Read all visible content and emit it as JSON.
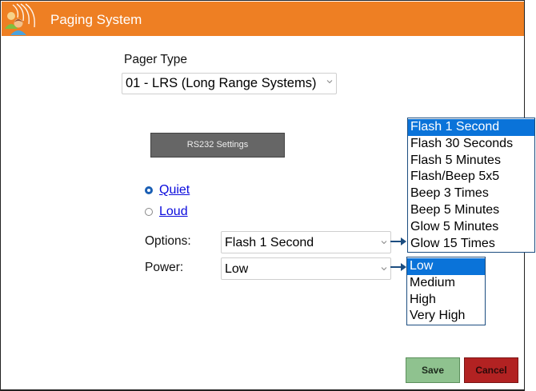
{
  "window": {
    "title": "Paging System",
    "icon": "pager-people-icon",
    "accent_color": "#ee7f23"
  },
  "pager_type": {
    "label": "Pager Type",
    "value": "01 - LRS (Long Range Systems)"
  },
  "rs232_button": {
    "label": "RS232 Settings"
  },
  "mode": {
    "options": [
      {
        "label": "Quiet",
        "selected": true
      },
      {
        "label": "Loud",
        "selected": false
      }
    ]
  },
  "options_field": {
    "label": "Options:",
    "value": "Flash 1 Second",
    "dropdown": [
      "Flash 1 Second",
      "Flash 30 Seconds",
      "Flash 5 Minutes",
      "Flash/Beep 5x5",
      "Beep 3 Times",
      "Beep 5 Minutes",
      "Glow 5 Minutes",
      "Glow 15 Times"
    ]
  },
  "power_field": {
    "label": "Power:",
    "value": "Low",
    "dropdown": [
      "Low",
      "Medium",
      "High",
      "Very High"
    ]
  },
  "actions": {
    "save_label": "Save",
    "cancel_label": "Cancel"
  }
}
